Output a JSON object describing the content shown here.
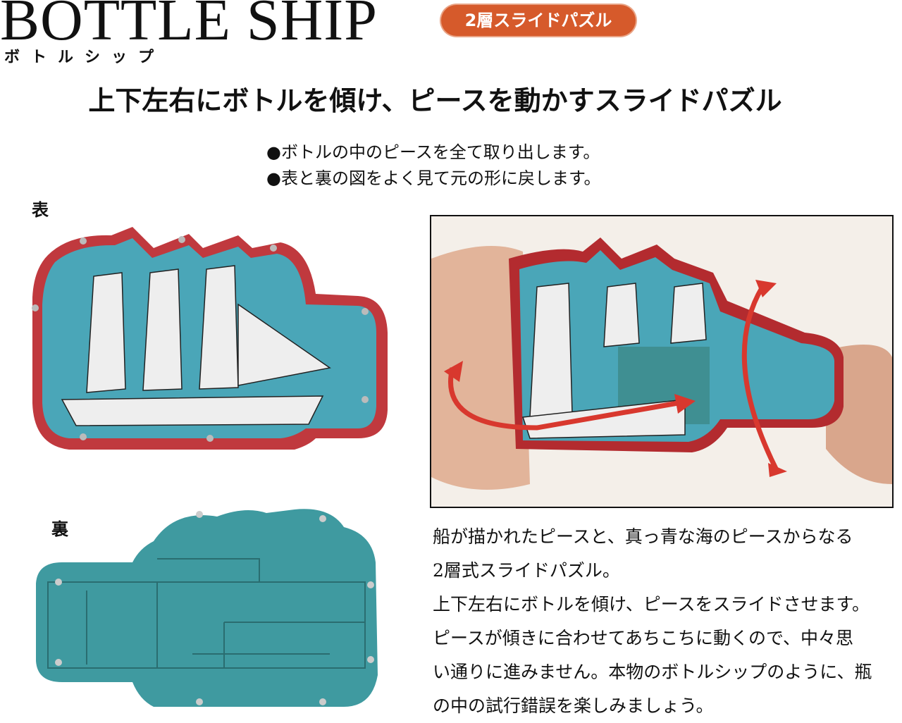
{
  "header": {
    "title": "BOTTLE SHIP",
    "title_kana": "ボトルシップ",
    "badge": "2層スライドパズル",
    "badge_color": "#d65a2b"
  },
  "headline": "上下左右にボトルを傾け、ピースを動かすスライドパズル",
  "bullets": [
    "●ボトルの中のピースを全て取り出します。",
    "●表と裏の図をよく見て元の形に戻します。"
  ],
  "front_label": "表",
  "back_label": "裏",
  "description": [
    "船が描かれたピースと、真っ青な海のピースからなる",
    "2層式スライドパズル。",
    "上下左右にボトルを傾け、ピースをスライドさせます。",
    "ピースが傾きに合わせてあちこちに動くので、中々思",
    "い通りに進みません。本物のボトルシップのように、瓶",
    "の中の試行錯誤を楽しみましょう。"
  ],
  "colors": {
    "bottle_frame": "#c0393e",
    "sea": "#4aa6b8",
    "back_teal": "#3f9aa0",
    "arrow": "#d8382e"
  }
}
